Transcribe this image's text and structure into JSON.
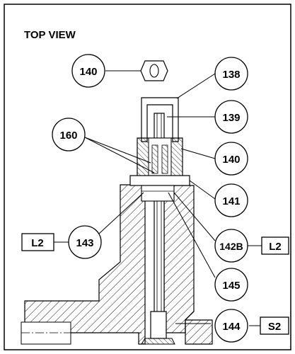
{
  "header": {
    "title": "TOP VIEW"
  },
  "callouts": {
    "c140_top": "140",
    "c138": "138",
    "c139": "139",
    "c160": "160",
    "c140": "140",
    "c141": "141",
    "c143": "143",
    "c142b": "142B",
    "c145": "145",
    "c144": "144"
  },
  "tags": {
    "l2_left": "L2",
    "l2_right": "L2",
    "s2": "S2"
  },
  "colors": {
    "ink": "#000000",
    "paper": "#ffffff"
  }
}
